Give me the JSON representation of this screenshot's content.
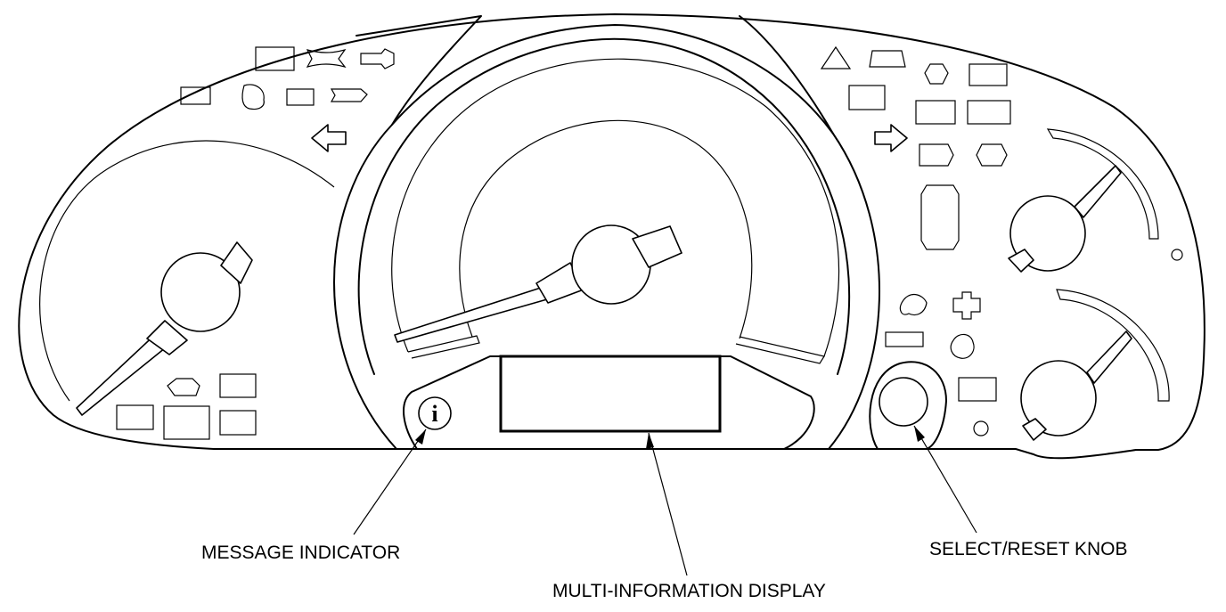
{
  "figure": {
    "callouts": {
      "message_indicator": {
        "label": "MESSAGE INDICATOR"
      },
      "multi_information_display": {
        "label": "MULTI-INFORMATION DISPLAY"
      },
      "select_reset_knob": {
        "label": "SELECT/RESET KNOB"
      }
    },
    "message_indicator_glyph": "i",
    "icons": [
      "brake-warning-icon",
      "low-beam-icon",
      "immobilizer-icon",
      "seatbelt-icon",
      "oil-pressure-icon",
      "turn-signal-left-icon",
      "turn-signal-right-icon",
      "maintenance-minder-icon",
      "tpms-icon",
      "check-engine-icon",
      "srs-icon",
      "charging-icon",
      "abs-icon",
      "vsa-icon",
      "high-beam-icon",
      "fog-light-icon"
    ]
  }
}
